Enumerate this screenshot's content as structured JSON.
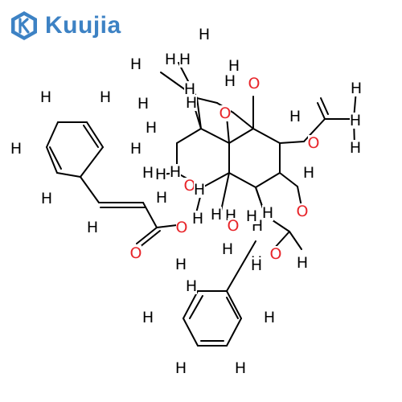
{
  "brand": {
    "name": "Kuujia",
    "color": "#3d82c4",
    "icon": "k-hexagon-logo-icon"
  },
  "colors": {
    "bond": "#000000",
    "carbon_hydrogen_label": "#000000",
    "oxygen_label": "#e8252a"
  },
  "atom_labels": [
    {
      "t": "H"
    },
    {
      "t": "H"
    },
    {
      "t": "H"
    },
    {
      "t": "H"
    },
    {
      "t": "H"
    },
    {
      "t": "H"
    },
    {
      "t": "H"
    },
    {
      "t": "O"
    },
    {
      "t": "H"
    },
    {
      "t": "H"
    },
    {
      "t": "O"
    },
    {
      "t": "H"
    },
    {
      "t": "H"
    },
    {
      "t": "H"
    },
    {
      "t": "H"
    },
    {
      "t": "H"
    },
    {
      "t": "H"
    },
    {
      "t": "H"
    },
    {
      "t": "H"
    },
    {
      "t": "H"
    },
    {
      "t": "H"
    },
    {
      "t": "O"
    },
    {
      "t": "H"
    },
    {
      "t": "O"
    },
    {
      "t": "H"
    },
    {
      "t": "H"
    },
    {
      "t": "H"
    },
    {
      "t": "H"
    },
    {
      "t": "H"
    },
    {
      "t": "H"
    },
    {
      "t": "H"
    },
    {
      "t": "H"
    },
    {
      "t": "H"
    },
    {
      "t": "H"
    },
    {
      "t": "H"
    },
    {
      "t": "O"
    },
    {
      "t": "H"
    },
    {
      "t": "O"
    },
    {
      "t": "H"
    },
    {
      "t": "O"
    },
    {
      "t": "O"
    },
    {
      "t": "H"
    },
    {
      "t": "O"
    },
    {
      "t": "H"
    },
    {
      "t": "H"
    },
    {
      "t": "H"
    },
    {
      "t": "H"
    },
    {
      "t": "H"
    },
    {
      "t": "H"
    },
    {
      "t": "H"
    },
    {
      "t": "H"
    },
    {
      "t": "H"
    }
  ]
}
